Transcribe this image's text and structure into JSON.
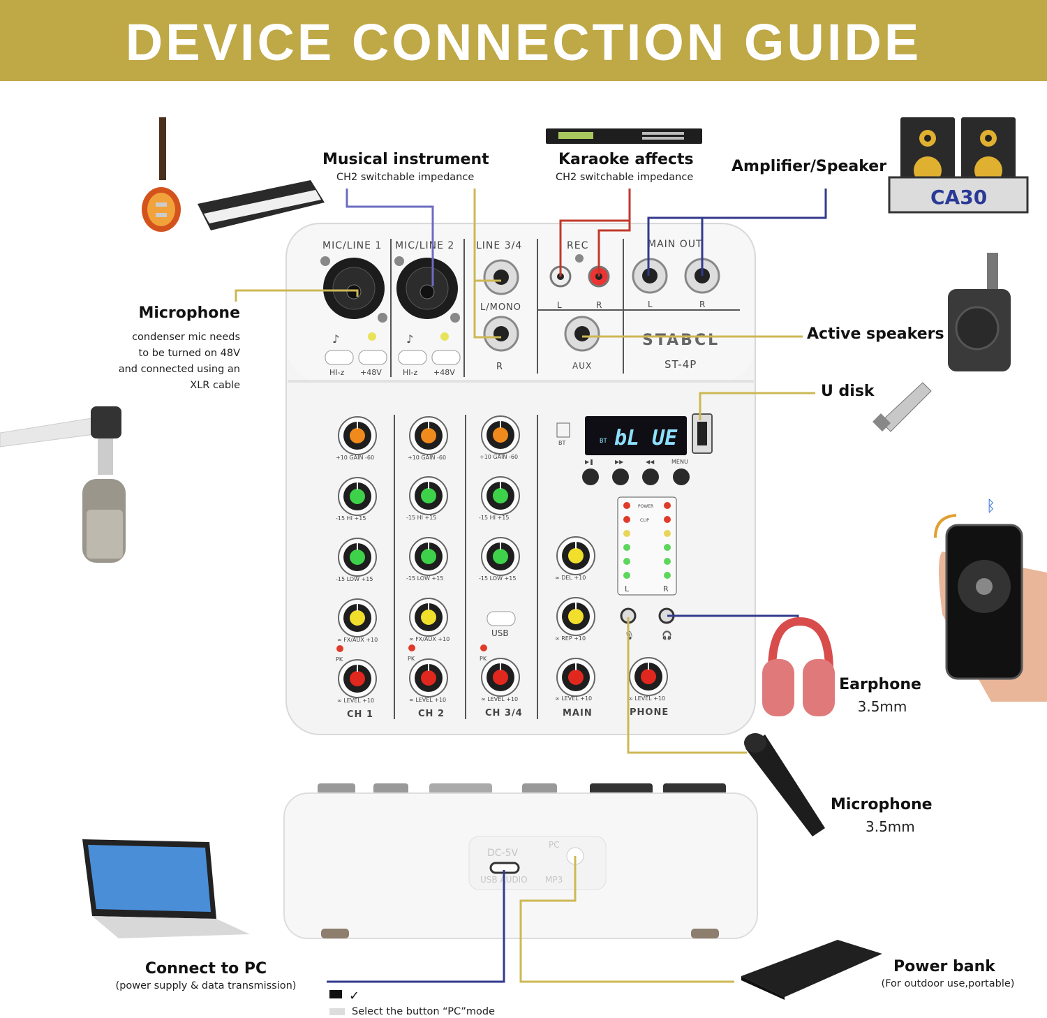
{
  "banner": {
    "title": "DEVICE CONNECTION GUIDE"
  },
  "labels": {
    "instrument_title": "Musical instrument",
    "instrument_sub": "CH2 switchable impedance",
    "karaoke_title": "Karaoke affects",
    "karaoke_sub": "CH2 switchable impedance",
    "amp_title": "Amplifier/Speaker",
    "mic_title": "Microphone",
    "mic_note_1": "condenser mic needs",
    "mic_note_2": "to be turned on 48V",
    "mic_note_3": "and connected using an",
    "mic_note_4": "XLR cable",
    "active_title": "Active speakers",
    "udisk_title": "U disk",
    "earphone_title": "Earphone",
    "earphone_sub": "3.5mm",
    "mic2_title": "Microphone",
    "mic2_sub": "3.5mm",
    "pc_title": "Connect to PC",
    "pc_sub": "(power supply & data transmission)",
    "power_title": "Power bank",
    "power_sub": "(For outdoor use,portable)",
    "pc_mode_note": "Select the button “PC”mode"
  },
  "panel": {
    "mic_line_1": "MIC/LINE 1",
    "mic_line_2": "MIC/LINE 2",
    "line_34": "LINE 3/4",
    "rec": "REC",
    "main_out": "MAIN OUT",
    "l": "L",
    "r": "R",
    "l_mono": "L/MONO",
    "aux": "AUX",
    "brand": "STABCL",
    "model": "ST-4P",
    "hiz": "HI-z",
    "p48v": "+48V",
    "display": "bL UE",
    "bt": "BT",
    "menu": "MENU",
    "gain": "+10 GAIN -60",
    "hi": "-15  HI  +15",
    "low": "-15  LOW  +15",
    "fxaux": "∞  FX/AUX  +10",
    "level": "∞  LEVEL  +10",
    "del": "∞  DEL  +10",
    "rep": "∞  REP  +10",
    "pk": "PK",
    "usb": "USB",
    "power": "POWER",
    "clip": "CLIP",
    "ch1": "CH 1",
    "ch2": "CH 2",
    "ch34": "CH 3/4",
    "main": "MAIN",
    "phone": "PHONE",
    "dc5v": "DC-5V",
    "usb_audio": "USB AUDIO",
    "pc": "PC",
    "mp3": "MP3",
    "amp_badge": "CA30"
  },
  "colors": {
    "banner": "#bfa846",
    "line_gold": "#cdb854",
    "line_blue": "#333a8c",
    "line_purple": "#6c6cc0",
    "line_red": "#c0392b",
    "knob_orange": "#f08a1c",
    "knob_green": "#3ed14a",
    "knob_yellow": "#f2df2c",
    "knob_red": "#e0281e"
  }
}
